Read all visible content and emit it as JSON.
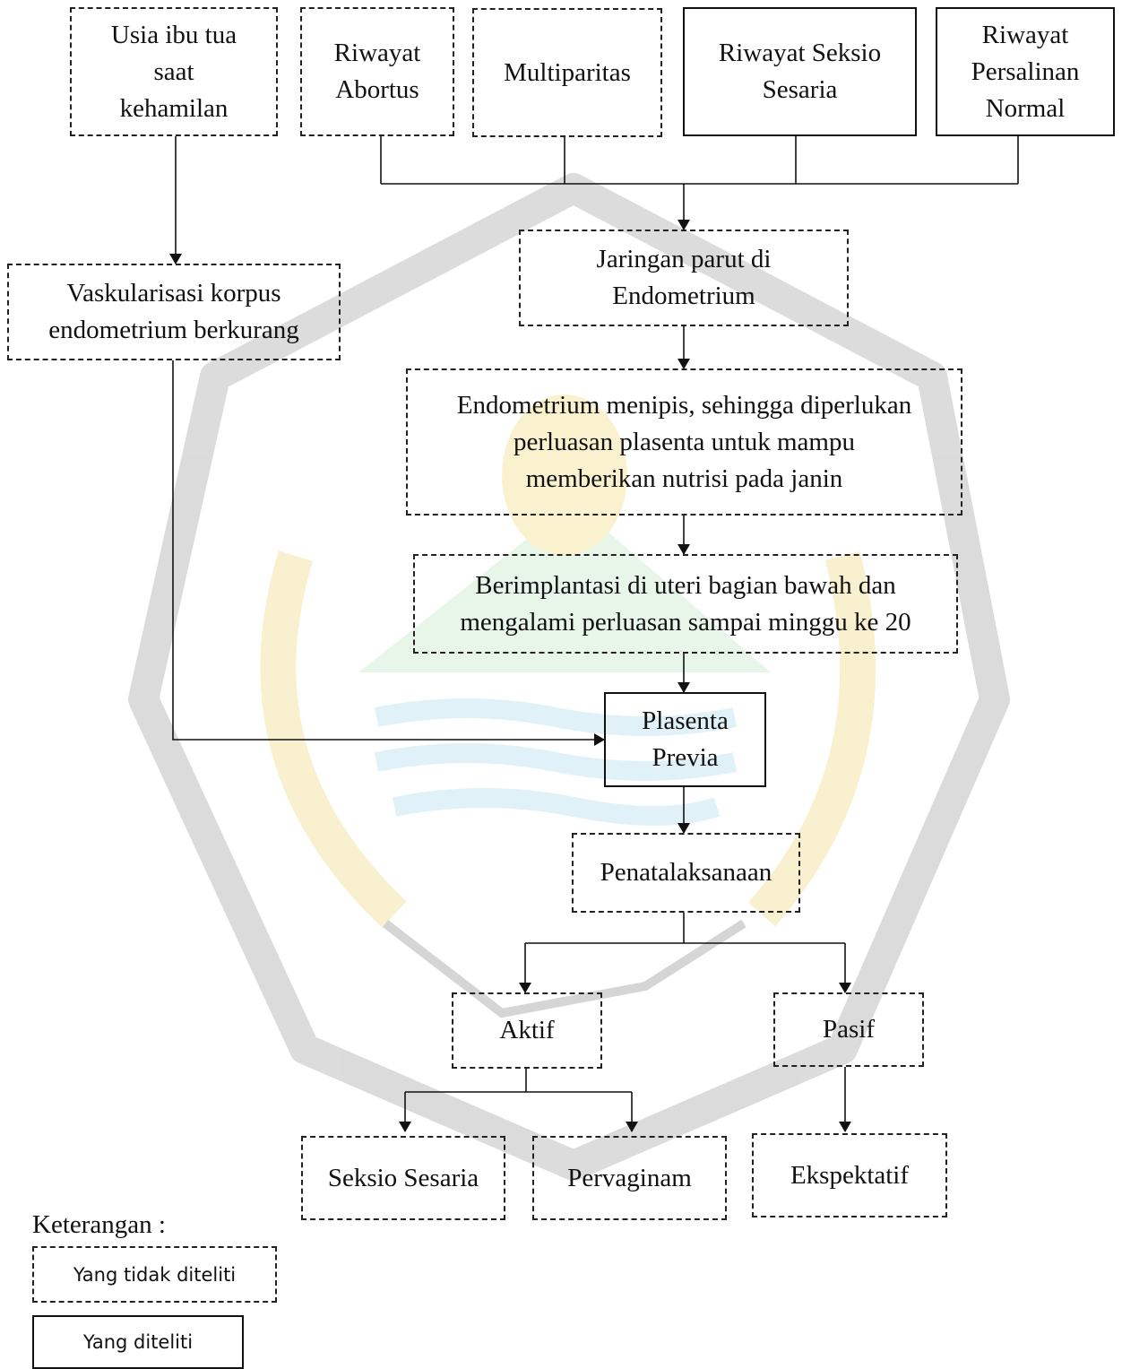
{
  "diagram": {
    "nodes": {
      "usia": "Usia ibu tua\nsaat\nkehamilan",
      "abortus": "Riwayat\nAbortus",
      "multiparitas": "Multiparitas",
      "seksio_riwayat": "Riwayat Seksio\nSesaria",
      "persalinan_normal": "Riwayat\nPersalinan\nNormal",
      "vaskularisasi": "Vaskularisasi korpus\nendometrium berkurang",
      "jaringan_parut": "Jaringan parut di\nEndometrium",
      "endometrium_menipis": "Endometrium menipis, sehingga diperlukan\nperluasan plasenta untuk mampu\nmemberikan nutrisi pada janin",
      "berimplantasi": "Berimplantasi di uteri bagian bawah dan\nmengalami perluasan sampai minggu ke 20",
      "plasenta_previa": "Plasenta\nPrevia",
      "penatalaksanaan": "Penatalaksanaan",
      "aktif": "Aktif",
      "pasif": "Pasif",
      "seksio_sesaria": "Seksio Sesaria",
      "pervaginam": "Pervaginam",
      "ekspektatif": "Ekspektatif"
    },
    "legend": {
      "title": "Keterangan :",
      "not_studied": "Yang tidak diteliti",
      "studied": "Yang diteliti"
    }
  }
}
